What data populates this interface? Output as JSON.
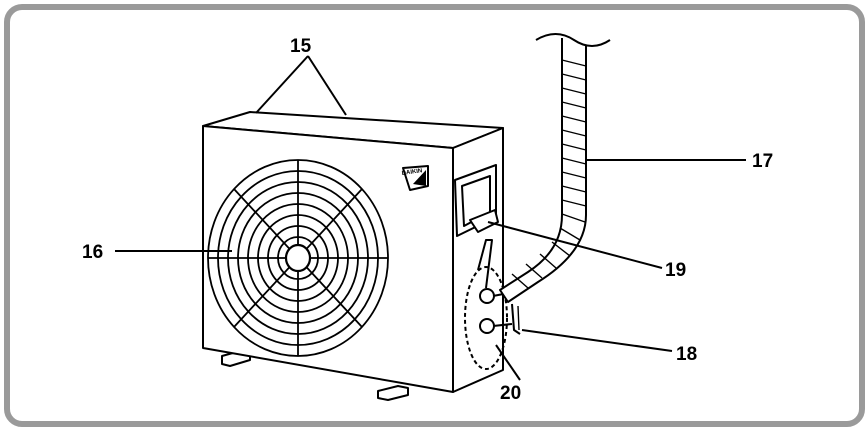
{
  "callouts": {
    "c15": "15",
    "c16": "16",
    "c17": "17",
    "c18": "18",
    "c19": "19",
    "c20": "20"
  },
  "logo_text": "DAIKIN",
  "colors": {
    "frame": "#9a9a9a",
    "line": "#000000",
    "background": "#ffffff"
  }
}
